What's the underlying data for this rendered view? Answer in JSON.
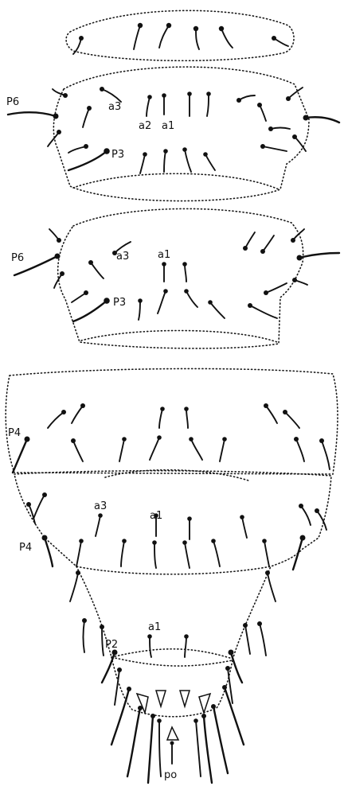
{
  "figure": {
    "segments": [
      {
        "id": "segment-1",
        "labels": []
      },
      {
        "id": "segment-2",
        "labels": [
          "P6",
          "a3",
          "a2",
          "a1",
          "P3"
        ]
      },
      {
        "id": "segment-3",
        "labels": [
          "P6",
          "a3",
          "a1",
          "P3"
        ]
      },
      {
        "id": "segment-4",
        "labels": [
          "P4"
        ]
      },
      {
        "id": "segment-5",
        "labels": [
          "a3",
          "a1",
          "P4"
        ]
      },
      {
        "id": "segment-6",
        "labels": [
          "a1",
          "P2"
        ]
      },
      {
        "id": "segment-7",
        "labels": [
          "po"
        ]
      }
    ],
    "line_color": "#111111",
    "background": "#ffffff"
  }
}
